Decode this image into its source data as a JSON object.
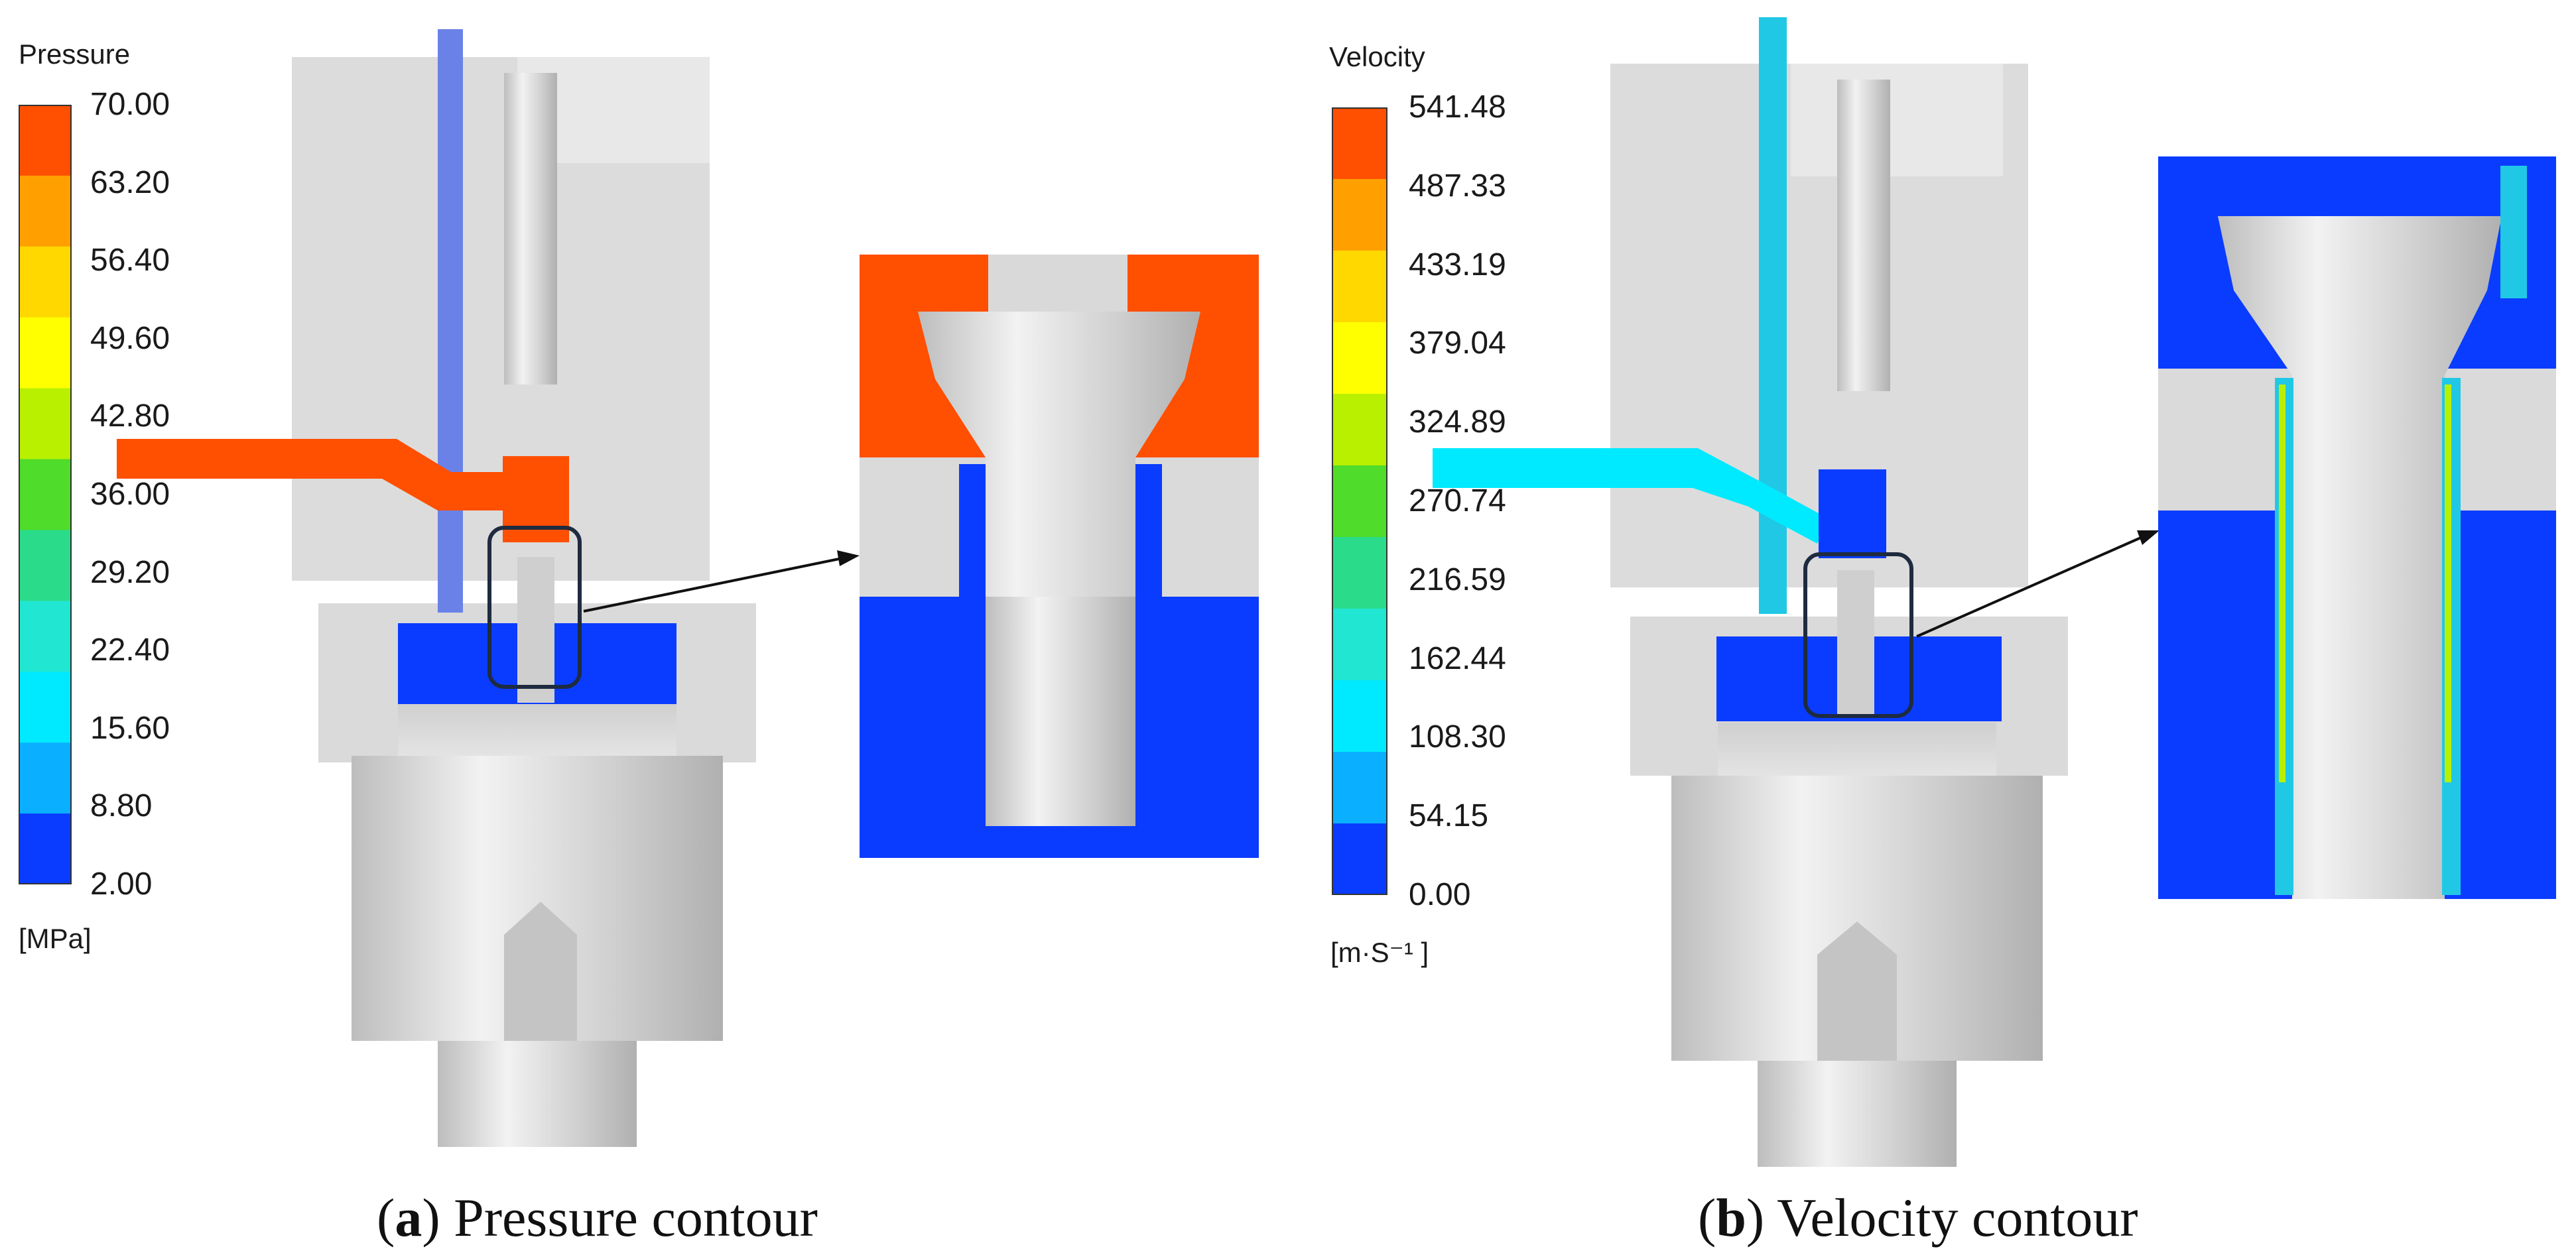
{
  "panels": [
    {
      "id": "a",
      "legend_title": "Pressure",
      "unit": "[MPa]",
      "ticks": [
        "70.00",
        "63.20",
        "56.40",
        "49.60",
        "42.80",
        "36.00",
        "29.20",
        "22.40",
        "15.60",
        "8.80",
        "2.00"
      ],
      "colors": [
        "#ff4f00",
        "#ffa000",
        "#ffd800",
        "#ffff00",
        "#b8f000",
        "#4fdc2a",
        "#2adc8a",
        "#21e6d2",
        "#00eaff",
        "#0ab0ff",
        "#0a3cff"
      ],
      "caption_letter": "a",
      "caption_text": " Pressure contour"
    },
    {
      "id": "b",
      "legend_title": "Velocity",
      "unit": "[m·S⁻¹ ]",
      "ticks": [
        "541.48",
        "487.33",
        "433.19",
        "379.04",
        "324.89",
        "270.74",
        "216.59",
        "162.44",
        "108.30",
        "54.15",
        "0.00"
      ],
      "colors": [
        "#ff4f00",
        "#ffa000",
        "#ffd800",
        "#ffff00",
        "#b8f000",
        "#4fdc2a",
        "#2adc8a",
        "#21e6d2",
        "#00eaff",
        "#0ab0ff",
        "#0a3cff"
      ],
      "caption_letter": "b",
      "caption_text": " Velocity contour"
    }
  ],
  "palette": {
    "hot": "#ff4f00",
    "cold": "#0a3cff",
    "steel_light": "#d9d9d9",
    "steel_mid": "#c8c8c8",
    "steel_dark": "#a9a9a9",
    "pipe_blue": "#5c78e6",
    "jet_cyan": "#21c8e6"
  }
}
